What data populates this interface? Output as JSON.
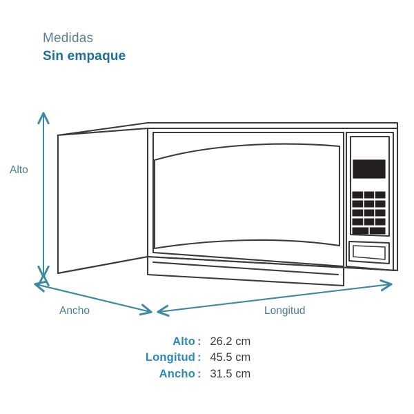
{
  "heading": {
    "line1": "Medidas",
    "line2": "Sin empaque"
  },
  "dimension_labels": {
    "height": "Alto",
    "width": "Ancho",
    "length": "Longitud"
  },
  "legend": {
    "colon": ":",
    "rows": [
      {
        "key": "Alto",
        "value": "26.2 cm"
      },
      {
        "key": "Longitud",
        "value": "45.5 cm"
      },
      {
        "key": "Ancho",
        "value": "31.5 cm"
      }
    ]
  },
  "colors": {
    "heading_light": "#5d7f94",
    "heading_bold": "#1d6f93",
    "arrow": "#3f8aa3",
    "legend_key": "#2b89b8",
    "legend_value": "#3c3c3c",
    "outline": "#3a3a3a",
    "display_panel": "#231f20"
  },
  "product": {
    "type": "microwave-oven-line-drawing",
    "parts": [
      "body",
      "door",
      "door-window",
      "door-handle-bar",
      "control-panel",
      "digital-display",
      "keypad-buttons",
      "latch-button"
    ]
  }
}
